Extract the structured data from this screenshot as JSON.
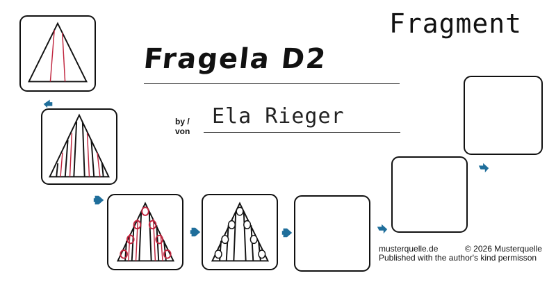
{
  "header": {
    "fragment_label": "Fragment",
    "title": "Fragela D2",
    "by_label_line1": "by /",
    "by_label_line2": "von",
    "author": "Ela Rieger"
  },
  "footer": {
    "site": "musterquelle.de",
    "copyright": "© 2026 Musterquelle",
    "permission": "Published with the author's kind permisson"
  },
  "colors": {
    "ink": "#111111",
    "accent_red": "#c0253e",
    "arrow_blue": "#1f6e9b"
  }
}
